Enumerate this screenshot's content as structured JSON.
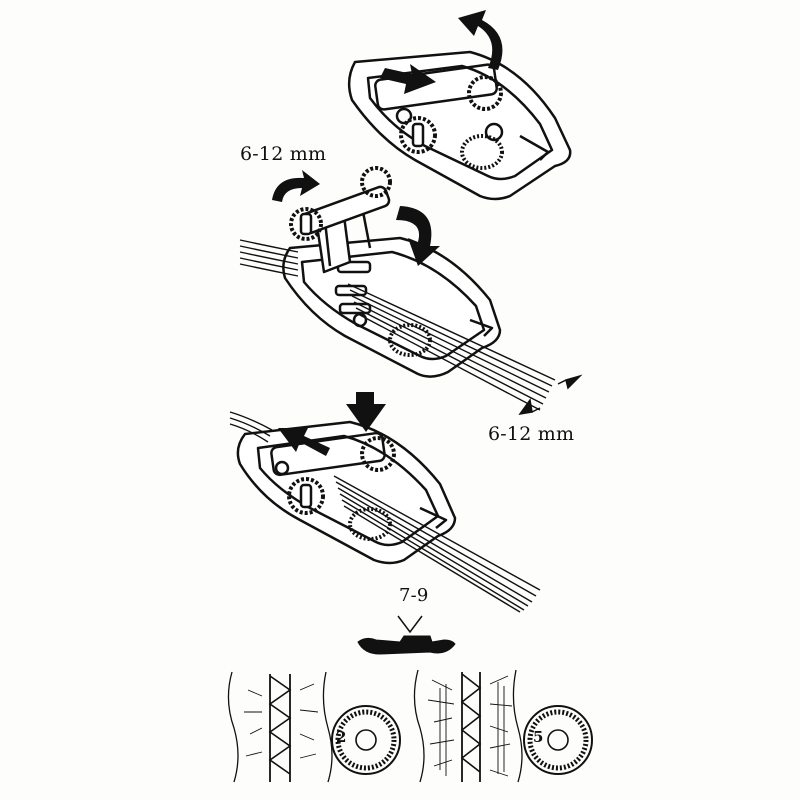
{
  "labels": {
    "cord_length_top": "6-12 mm",
    "cord_length_side": "6-12 mm",
    "stitch_width": "7-9"
  },
  "dials": [
    {
      "value": "2"
    },
    {
      "value": "5"
    }
  ],
  "colors": {
    "ink": "#111111",
    "paper": "#fdfdfb"
  },
  "icons": [
    "presser-foot-icon",
    "curved-arrow-icon",
    "straight-arrow-icon",
    "tension-dial-icon",
    "zigzag-stitch-icon"
  ]
}
